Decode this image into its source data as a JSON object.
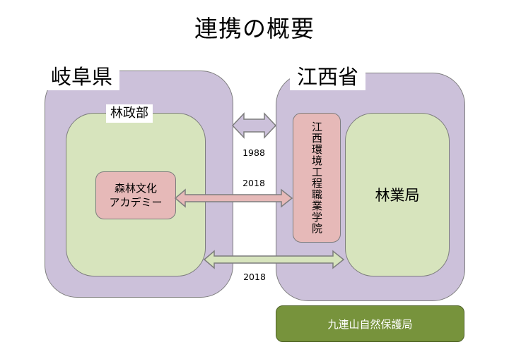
{
  "title": "連携の概要",
  "left_region": {
    "label": "岐阜県",
    "inner_label": "林政部",
    "academy": {
      "line1": "森林文化",
      "line2": "アカデミー"
    }
  },
  "right_region": {
    "label": "江西省",
    "school": "江西環境工程職業学院",
    "bureau": "林業局"
  },
  "bottom_box": "九連山自然保護局",
  "links": [
    {
      "year": "1988",
      "color": "#ccc1da"
    },
    {
      "year": "2018",
      "color": "#e6b9b8"
    },
    {
      "year": "2018",
      "color": "#d7e4bd"
    }
  ]
}
